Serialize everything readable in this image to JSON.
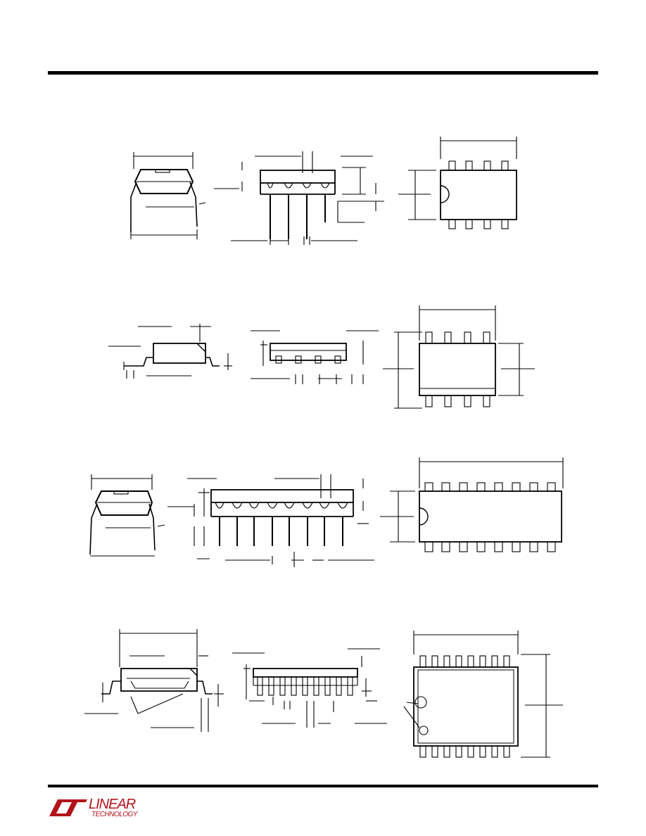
{
  "brand": {
    "logo_line1": "LINEAR",
    "logo_line2": "TECHNOLOGY",
    "color": "#b3121a"
  },
  "drawing": {
    "line_color": "#000000",
    "packages": [
      {
        "name": "8-lead-dip",
        "views": [
          "end-view",
          "side-view",
          "top-view"
        ],
        "pin_count": 8
      },
      {
        "name": "8-lead-so",
        "views": [
          "end-view",
          "side-view",
          "top-view"
        ],
        "pin_count": 8
      },
      {
        "name": "16-lead-dip",
        "views": [
          "end-view",
          "side-view",
          "top-view"
        ],
        "pin_count": 16
      },
      {
        "name": "16-lead-so-wide",
        "views": [
          "end-view",
          "side-view",
          "top-view"
        ],
        "pin_count": 16
      }
    ]
  }
}
